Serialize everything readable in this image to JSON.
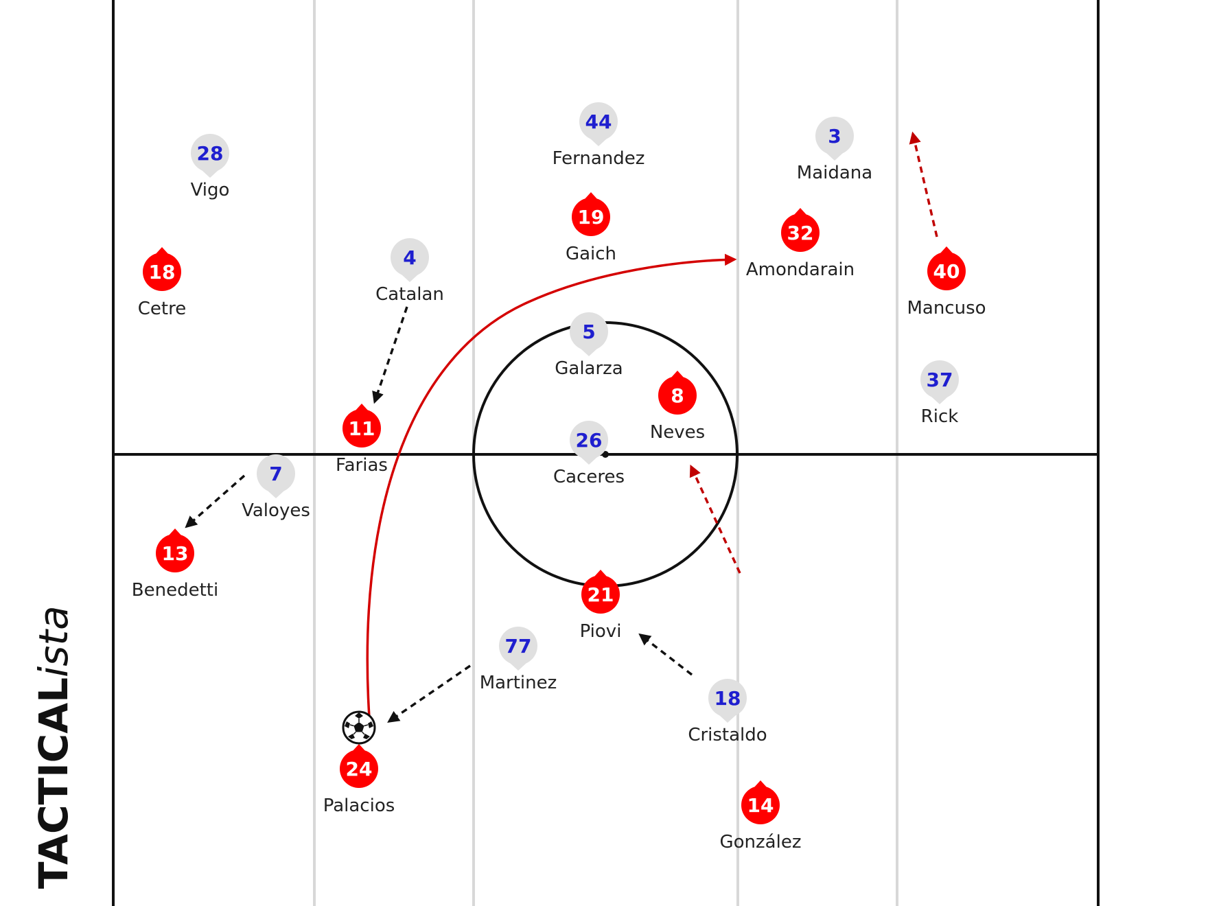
{
  "brand": {
    "primary": "TACTICAL",
    "secondary": "ista"
  },
  "colors": {
    "home_fill": "#ff0000",
    "home_text": "#ffffff",
    "away_fill": "#e0e0e0",
    "away_text": "#1f1fcf",
    "pass_line": "#d40000",
    "run_home": "#c00000",
    "run_away": "#111111",
    "pitch_line": "#111111",
    "zone_line": "#d8d8d8"
  },
  "home_players": [
    {
      "number": "18",
      "name": "Cetre"
    },
    {
      "number": "19",
      "name": "Gaich"
    },
    {
      "number": "32",
      "name": "Amondarain"
    },
    {
      "number": "40",
      "name": "Mancuso"
    },
    {
      "number": "8",
      "name": "Neves"
    },
    {
      "number": "11",
      "name": "Farias"
    },
    {
      "number": "13",
      "name": "Benedetti"
    },
    {
      "number": "21",
      "name": "Piovi"
    },
    {
      "number": "24",
      "name": "Palacios"
    },
    {
      "number": "14",
      "name": "González"
    }
  ],
  "away_players": [
    {
      "number": "28",
      "name": "Vigo"
    },
    {
      "number": "44",
      "name": "Fernandez"
    },
    {
      "number": "3",
      "name": "Maidana"
    },
    {
      "number": "4",
      "name": "Catalan"
    },
    {
      "number": "5",
      "name": "Galarza"
    },
    {
      "number": "37",
      "name": "Rick"
    },
    {
      "number": "26",
      "name": "Caceres"
    },
    {
      "number": "7",
      "name": "Valoyes"
    },
    {
      "number": "77",
      "name": "Martinez"
    },
    {
      "number": "18",
      "name": "Cristaldo"
    }
  ],
  "ball": {
    "icon": "soccer-ball-icon",
    "carrier": "Palacios"
  }
}
